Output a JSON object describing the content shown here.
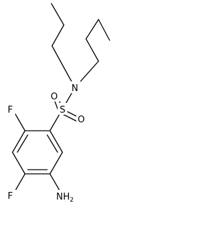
{
  "molecule": {
    "atoms": {
      "nitrogen": "N",
      "sulfur": "S",
      "oxygen_1": "O",
      "oxygen_2": "O",
      "fluorine_1": "F",
      "fluorine_2": "F",
      "amine_n": "NH",
      "amine_sub": "2"
    }
  }
}
